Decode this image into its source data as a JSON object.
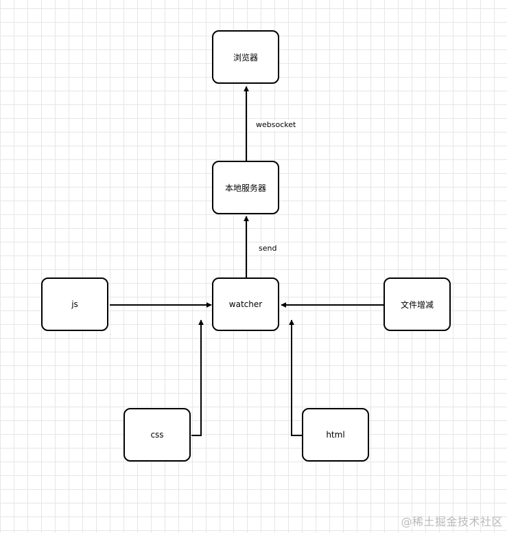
{
  "diagram": {
    "nodes": {
      "browser": "浏览器",
      "local_server": "本地服务器",
      "watcher": "watcher",
      "js": "js",
      "file_change": "文件增减",
      "css": "css",
      "html": "html"
    },
    "edges": [
      {
        "from": "local_server",
        "to": "browser",
        "label": "websocket"
      },
      {
        "from": "watcher",
        "to": "local_server",
        "label": "send"
      },
      {
        "from": "js",
        "to": "watcher",
        "label": ""
      },
      {
        "from": "file_change",
        "to": "watcher",
        "label": ""
      },
      {
        "from": "css",
        "to": "watcher",
        "label": ""
      },
      {
        "from": "html",
        "to": "watcher",
        "label": ""
      }
    ],
    "edge_labels": {
      "websocket": "websocket",
      "send": "send"
    },
    "colors": {
      "stroke": "#000000",
      "grid": "#e6e6e6",
      "watermark": "#b9b9b9"
    }
  },
  "watermark": "@稀土掘金技术社区"
}
